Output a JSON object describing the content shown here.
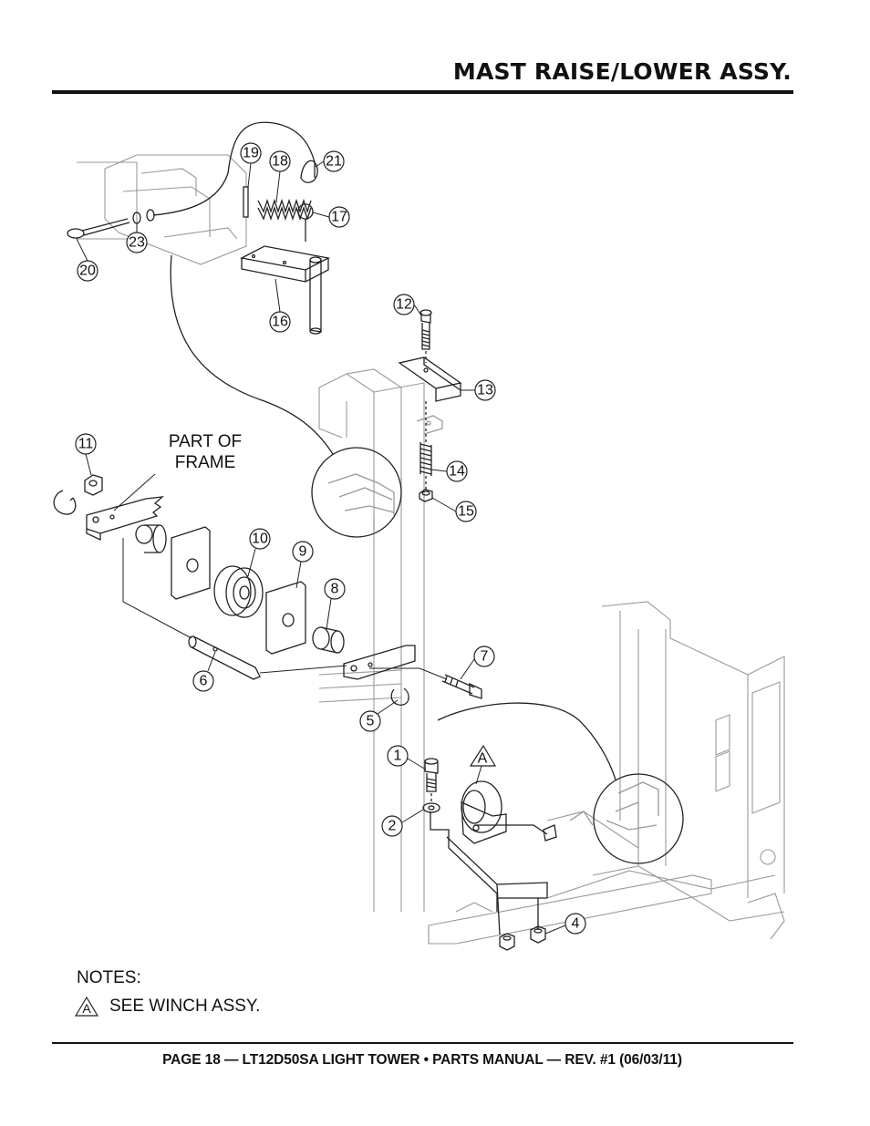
{
  "header": {
    "title": "MAST RAISE/LOWER ASSY."
  },
  "diagram": {
    "frame_label_line1": "PART OF",
    "frame_label_line2": "FRAME",
    "callouts": [
      "19",
      "18",
      "21",
      "17",
      "23",
      "20",
      "16",
      "12",
      "13",
      "11",
      "14",
      "15",
      "10",
      "9",
      "8",
      "7",
      "6",
      "5",
      "1",
      "A",
      "2",
      "4"
    ]
  },
  "notes": {
    "title": "NOTES:",
    "items": [
      {
        "marker": "A",
        "text": "SEE WINCH ASSY."
      }
    ]
  },
  "footer": {
    "text": "PAGE 18 — LT12D50SA LIGHT TOWER • PARTS MANUAL — REV. #1 (06/03/11)"
  }
}
